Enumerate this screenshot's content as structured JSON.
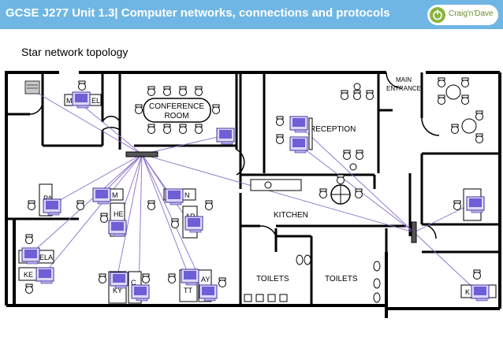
{
  "header": {
    "title": "GCSE J277 Unit 1.3| Computer networks, connections and protocols"
  },
  "logo": {
    "text": "Craig'n'Dave",
    "icon": "power-leaf-icon",
    "color": "#8ab33f"
  },
  "slide": {
    "subtitle": "Star network topology"
  },
  "floorplan": {
    "rooms": {
      "conference": [
        "CONFERENCE",
        "ROOM"
      ],
      "reception": "RECEPTION",
      "main_entrance": [
        "MAIN",
        "ENTRANCE"
      ],
      "kitchen": "KITCHEN",
      "toilets_left": "TOILETS",
      "toilets_right": "TOILETS"
    },
    "nameplates": [
      "MI",
      "EL",
      "PA",
      "M",
      "N",
      "HE",
      "AR",
      "ELA",
      "KE",
      "KY",
      "C",
      "TT",
      "AY",
      "A",
      "K"
    ],
    "colors": {
      "link": "#8a6fc9",
      "computer": "#6f5fd6",
      "wall": "#000000"
    }
  }
}
